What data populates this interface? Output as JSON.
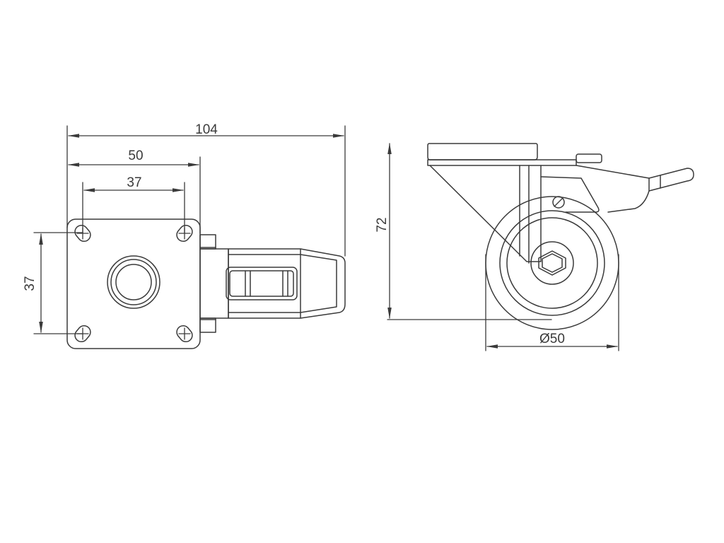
{
  "colors": {
    "background": "#ffffff",
    "line": "#3a3a3a"
  },
  "dimensions": {
    "overall_length": "104",
    "plate_width": "50",
    "hole_spacing_x": "37",
    "hole_spacing_y": "37",
    "height": "72",
    "wheel_diameter": "Ø50"
  }
}
